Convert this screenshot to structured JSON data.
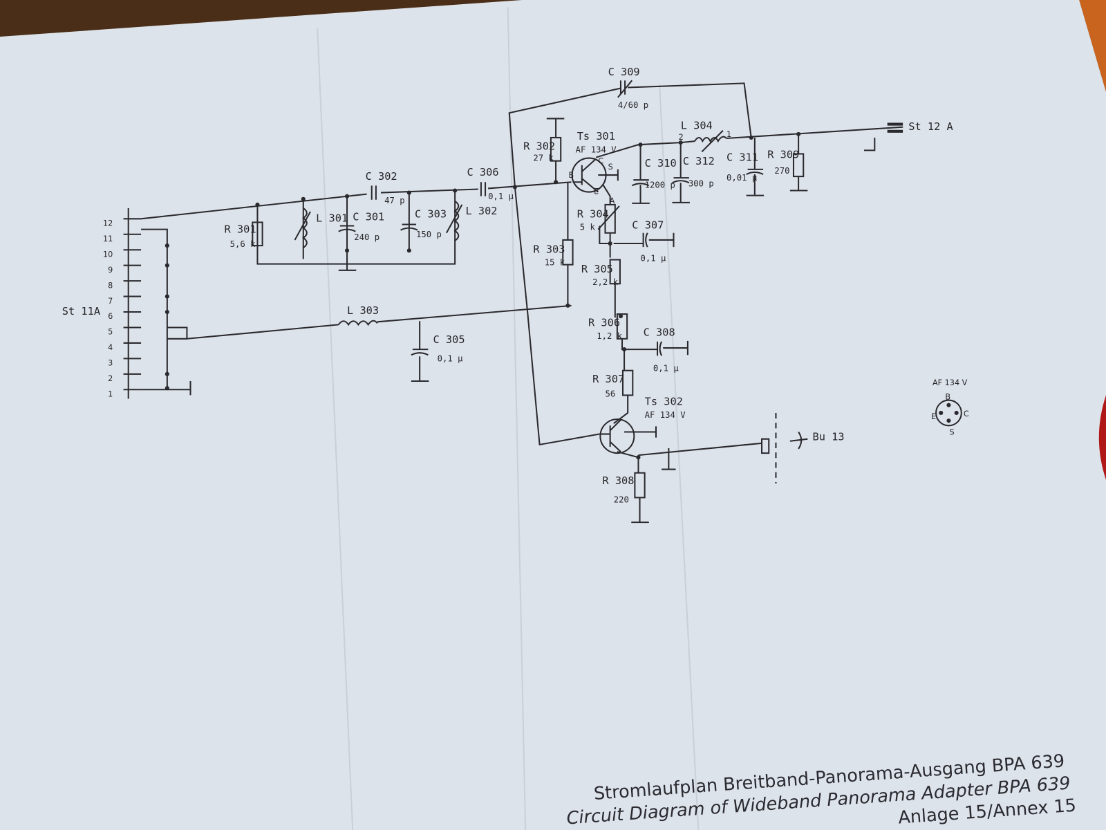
{
  "connectors": {
    "st11a": "St 11A",
    "st12a": "St 12 A",
    "bu13": "Bu 13",
    "pins": [
      "1",
      "2",
      "3",
      "4",
      "5",
      "6",
      "7",
      "8",
      "9",
      "10",
      "11",
      "12"
    ]
  },
  "components": {
    "r301": {
      "label": "R 301",
      "value": "5,6 k"
    },
    "l301": {
      "label": "L 301"
    },
    "c301": {
      "label": "C 301",
      "value": "240 p"
    },
    "c302": {
      "label": "C 302",
      "value": "47 p"
    },
    "c303": {
      "label": "C 303",
      "value": "150 p"
    },
    "l302": {
      "label": "L 302"
    },
    "c306": {
      "label": "C 306",
      "value": "0,1 µ"
    },
    "l303": {
      "label": "L 303"
    },
    "c305": {
      "label": "C 305",
      "value": "0,1 µ"
    },
    "c309": {
      "label": "C 309",
      "value": "4/60 p"
    },
    "r302": {
      "label": "R 302",
      "value": "27 k"
    },
    "r303": {
      "label": "R 303",
      "value": "15 k"
    },
    "ts301": {
      "label": "Ts 301",
      "value": "AF 134 V"
    },
    "r304": {
      "label": "R 304",
      "value": "5 k"
    },
    "c307": {
      "label": "C 307",
      "value": "0,1 µ"
    },
    "r305": {
      "label": "R 305",
      "value": "2,2 k"
    },
    "r306": {
      "label": "R 306",
      "value": "1,2 k"
    },
    "c308": {
      "label": "C 308",
      "value": "0,1 µ"
    },
    "r307": {
      "label": "R 307",
      "value": "56"
    },
    "ts302": {
      "label": "Ts 302",
      "value": "AF 134 V"
    },
    "r308": {
      "label": "R 308",
      "value": "220"
    },
    "c310": {
      "label": "C 310",
      "value": "1200 p"
    },
    "c312": {
      "label": "C 312",
      "value": "300 p"
    },
    "l304": {
      "label": "L 304"
    },
    "c311": {
      "label": "C 311",
      "value": "0,01 µ"
    },
    "r309": {
      "label": "R 309",
      "value": "270"
    }
  },
  "pinout": {
    "label": "AF 134 V",
    "b": "B",
    "e": "E",
    "c": "C",
    "s": "S"
  },
  "terminals": {
    "b": "B",
    "c": "C",
    "e": "E",
    "s": "S",
    "a": "A",
    "one": "1",
    "two": "2"
  },
  "title": {
    "german": "Stromlaufplan Breitband-Panorama-Ausgang BPA 639",
    "english": "Circuit Diagram of Wideband Panorama Adapter BPA 639",
    "annex": "Anlage 15/Annex 15"
  }
}
